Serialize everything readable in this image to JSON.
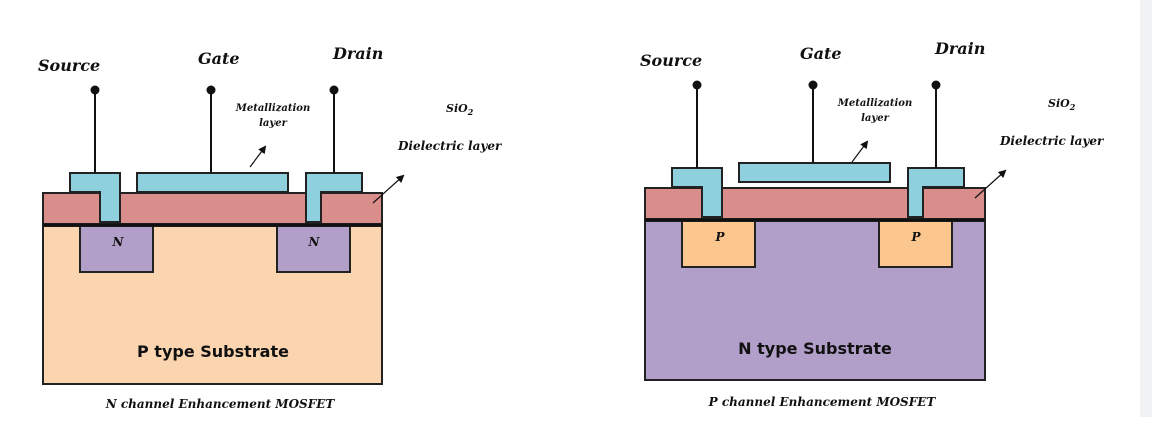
{
  "diagrams": [
    {
      "terminals": {
        "source": "Source",
        "gate": "Gate",
        "drain": "Drain"
      },
      "metallization": {
        "line1": "Metallization",
        "line2": "layer"
      },
      "oxide": {
        "formula_main": "SiO",
        "formula_sub": "2",
        "label": "Dielectric layer"
      },
      "region_label": "N",
      "substrate_label": "P type Substrate",
      "caption": "N channel Enhancement MOSFET",
      "colors": {
        "substrate": "#fbd4b0",
        "region": "#b29fc9",
        "oxide": "#d98e8c",
        "metal": "#8fd0de"
      }
    },
    {
      "terminals": {
        "source": "Source",
        "gate": "Gate",
        "drain": "Drain"
      },
      "metallization": {
        "line1": "Metallization",
        "line2": "layer"
      },
      "oxide": {
        "formula_main": "SiO",
        "formula_sub": "2",
        "label": "Dielectric layer"
      },
      "region_label": "P",
      "substrate_label": "N type Substrate",
      "caption": "P channel Enhancement MOSFET",
      "colors": {
        "substrate": "#b29fc9",
        "region": "#fbc78e",
        "oxide": "#d98e8c",
        "metal": "#8fd0de"
      }
    }
  ]
}
